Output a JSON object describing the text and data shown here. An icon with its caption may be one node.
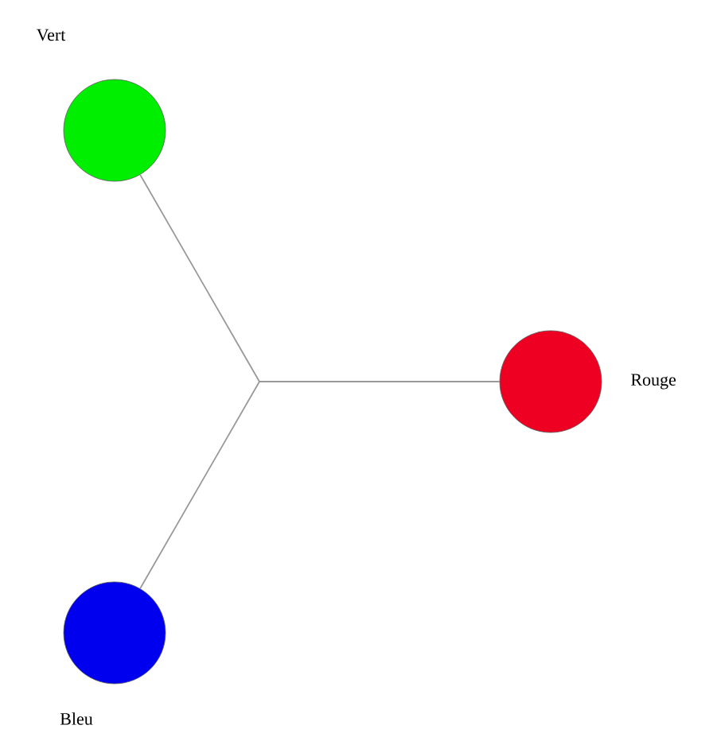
{
  "diagram": {
    "nodes": [
      {
        "text": [
          "Vert"
        ]
      },
      {
        "text": [
          "Rouge"
        ]
      },
      {
        "text": [
          "Bleu"
        ]
      }
    ],
    "edges": [
      {
        "from": 0,
        "to": 1,
        "arrow": "none"
      },
      {
        "from": 2,
        "to": 1,
        "arrow": "none"
      }
    ]
  }
}
